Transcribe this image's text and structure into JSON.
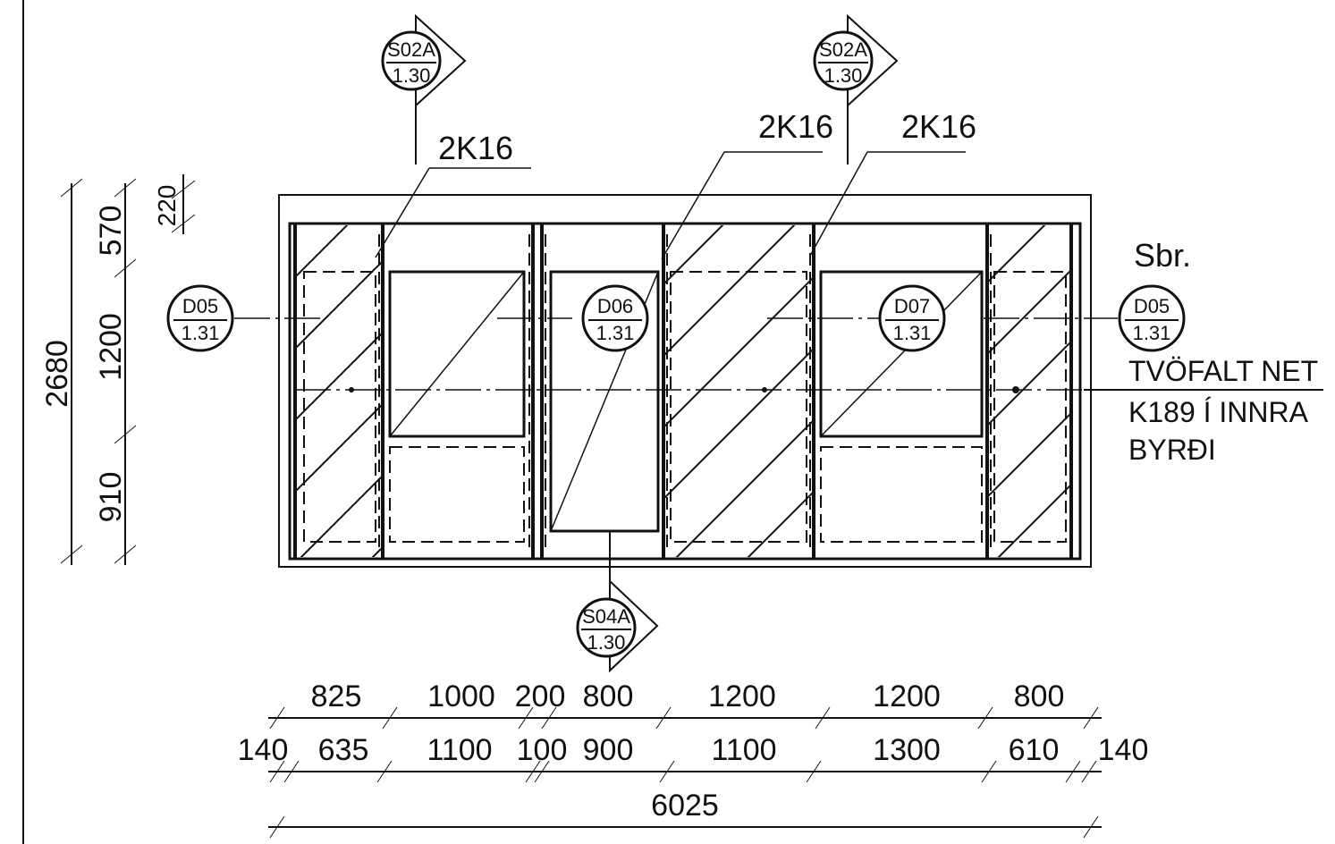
{
  "labels": {
    "rebar": [
      "2K16",
      "2K16",
      "2K16"
    ],
    "sbr": "Sbr.",
    "note_lines": [
      "TVÖFALT NET",
      "K189 Í INNRA",
      "BYRÐI"
    ]
  },
  "sections": [
    {
      "top": "S02A",
      "bottom": "1.30"
    },
    {
      "top": "S02A",
      "bottom": "1.30"
    },
    {
      "top": "S04A",
      "bottom": "1.30"
    }
  ],
  "details": [
    {
      "top": "D05",
      "bottom": "1.31"
    },
    {
      "top": "D06",
      "bottom": "1.31"
    },
    {
      "top": "D07",
      "bottom": "1.31"
    },
    {
      "top": "D05",
      "bottom": "1.31"
    }
  ],
  "dims_vertical": {
    "total": "2680",
    "parts": [
      "570",
      "1200",
      "910"
    ],
    "top_small": "220"
  },
  "dims_horizontal": {
    "row1": [
      "825",
      "1000",
      "200",
      "800",
      "1200",
      "1200",
      "800"
    ],
    "row2": [
      "140",
      "635",
      "1100",
      "100",
      "900",
      "1100",
      "1300",
      "610",
      "140"
    ],
    "total": "6025"
  }
}
